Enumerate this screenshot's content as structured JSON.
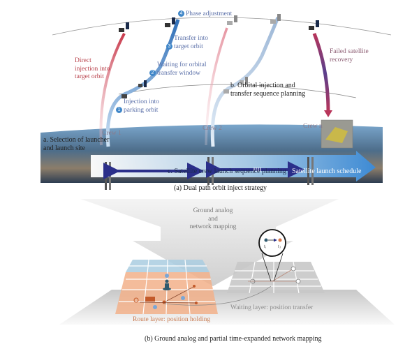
{
  "panel_a": {
    "caption": "(a) Dual path orbit inject strategy",
    "steps": [
      {
        "num": "1",
        "label_line1": "Injection into",
        "label_line2": "parking orbit"
      },
      {
        "num": "2",
        "label_line1": "Waiting for orbital",
        "label_line2": "transfer window"
      },
      {
        "num": "3",
        "label_line1": "Transfer into",
        "label_line2": "target orbit"
      },
      {
        "num": "4",
        "label_line1": "Phase adjustment",
        "label_line2": ""
      }
    ],
    "direct_injection": {
      "line1": "Direct",
      "line2": "injection into",
      "line3": "target orbit"
    },
    "failed_recovery": {
      "line1": "Failed satellite",
      "line2": "recovery"
    },
    "label_a": {
      "line1": "a. Selection of launcher",
      "line2": "and launch site"
    },
    "label_b": {
      "line1": "b. Orbital injection and",
      "line2": "transfer sequence planning"
    },
    "label_c": "c. Satellite crew launch sequence planning",
    "schedule_label": "Satellite launch schedule",
    "crews": [
      "Crew 1",
      "Crew 2",
      "Crew n"
    ]
  },
  "transition": {
    "line1": "Ground analog",
    "line2": "and",
    "line3": "network mapping"
  },
  "panel_b": {
    "caption": "(b) Ground analog and partial time-expanded network mapping",
    "route_layer": "Route layer: position holding",
    "waiting_layer": "Waiting layer: position transfer",
    "zoom_labels": [
      "tᵢ",
      "tⱼ"
    ]
  },
  "colors": {
    "blue_path": "#3f7fc4",
    "red_path": "#c8384a",
    "arrow_dark": "#2b2f8a",
    "route_layer": "#f2b08a",
    "waiting_layer": "#bdbdbd",
    "grid_blue": "#a9cde0"
  }
}
